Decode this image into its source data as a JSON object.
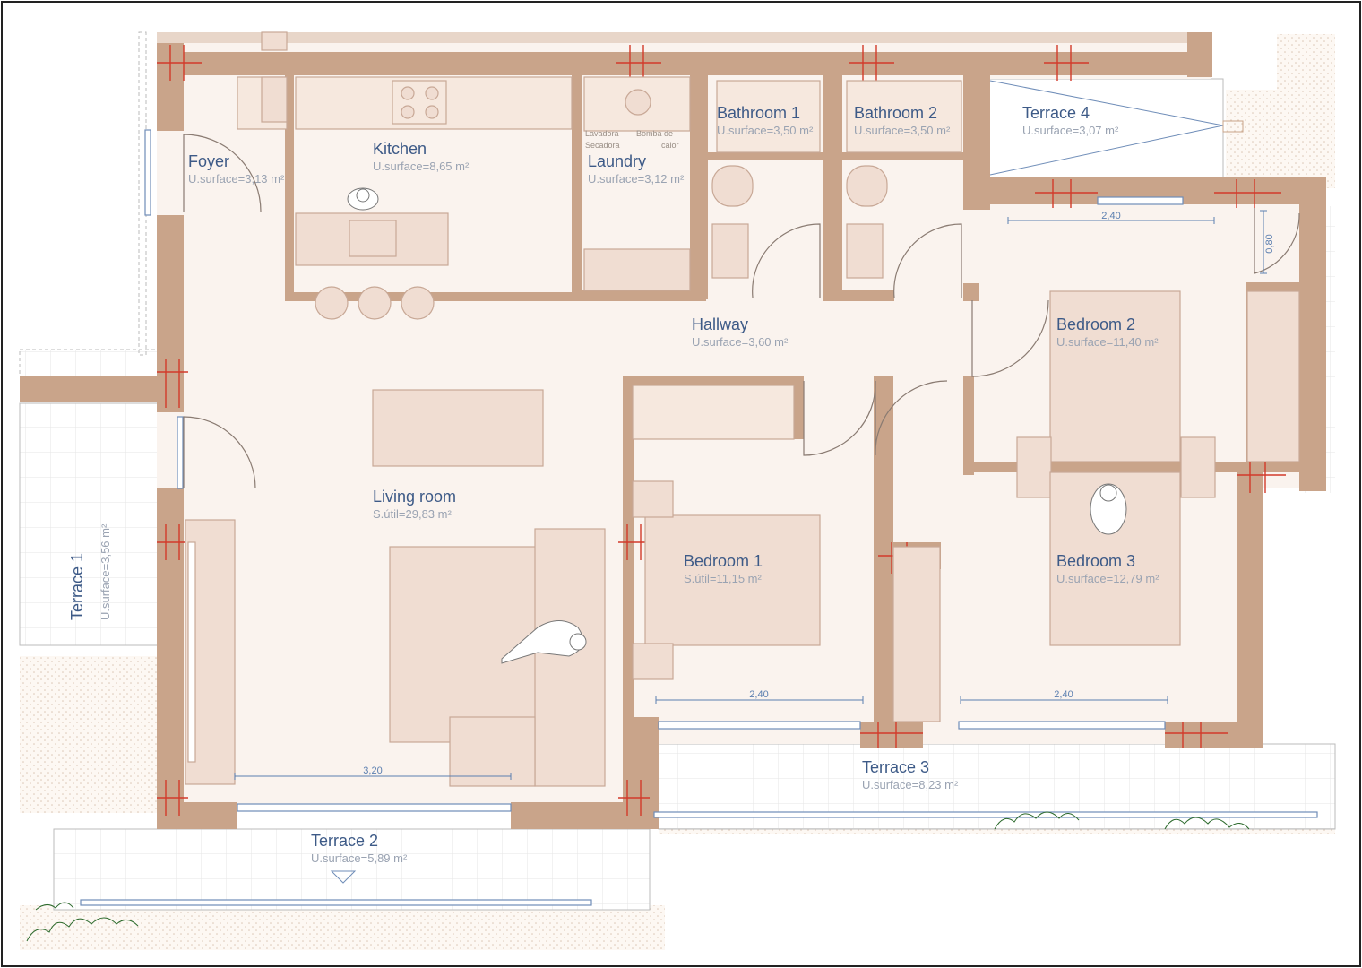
{
  "colors": {
    "wall": "#c9a48a",
    "floor": "#faf3ee",
    "furniture": "#f0ddd2",
    "furniture_line": "#c8a896",
    "terrace": "#ffffff",
    "terrace_tile": "#e4e4e4",
    "label": "#3d5a87",
    "dimension": "#5b7fb0",
    "column_mark": "#d23a2a"
  },
  "rooms": [
    {
      "id": "foyer",
      "name": "Foyer",
      "area": "U.surface=3,13 m²"
    },
    {
      "id": "kitchen",
      "name": "Kitchen",
      "area": "U.surface=8,65 m²"
    },
    {
      "id": "laundry",
      "name": "Laundry",
      "area": "U.surface=3,12 m²"
    },
    {
      "id": "bathroom1",
      "name": "Bathroom 1",
      "area": "U.surface=3,50 m²"
    },
    {
      "id": "bathroom2",
      "name": "Bathroom 2",
      "area": "U.surface=3,50 m²"
    },
    {
      "id": "terrace4",
      "name": "Terrace 4",
      "area": "U.surface=3,07 m²"
    },
    {
      "id": "hallway",
      "name": "Hallway",
      "area": "U.surface=3,60 m²"
    },
    {
      "id": "bedroom2",
      "name": "Bedroom 2",
      "area": "U.surface=11,40 m²"
    },
    {
      "id": "living",
      "name": "Living room",
      "area": "S.útil=29,83 m²"
    },
    {
      "id": "bedroom1",
      "name": "Bedroom 1",
      "area": "S.útil=11,15 m²"
    },
    {
      "id": "bedroom3",
      "name": "Bedroom 3",
      "area": "U.surface=12,79 m²"
    },
    {
      "id": "terrace1",
      "name": "Terrace 1",
      "area": "U.surface=3,56 m²"
    },
    {
      "id": "terrace3",
      "name": "Terrace 3",
      "area": "U.surface=8,23 m²"
    },
    {
      "id": "terrace2",
      "name": "Terrace 2",
      "area": "U.surface=5,89 m²"
    }
  ],
  "dimensions": {
    "bedroom2_window": "2,40",
    "bedroom2_door": "0,80",
    "bedroom1_window": "2,40",
    "bedroom3_window": "2,40",
    "living_window": "3,20"
  },
  "appliance_notes": {
    "washer": "Lavadora",
    "dryer": "Secadora",
    "heat_pump_1": "Bomba de",
    "heat_pump_2": "calor"
  }
}
